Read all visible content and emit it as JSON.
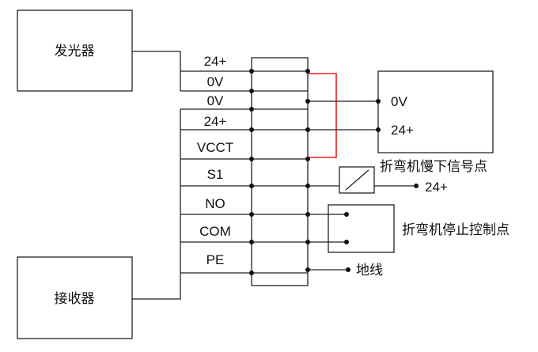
{
  "devices": {
    "emitter": "发光器",
    "receiver": "接收器"
  },
  "terminals": {
    "t1": "24+",
    "t2": "0V",
    "t3": "0V",
    "t4": "24+",
    "t5": "VCCT",
    "t6": "S1",
    "t7": "NO",
    "t8": "COM",
    "t9": "PE"
  },
  "power_supply": {
    "zero_v": "0V",
    "plus_24": "24+"
  },
  "slow_signal": {
    "title": "折弯机慢下信号点",
    "supply": "24+"
  },
  "stop_control": {
    "title": "折弯机停止控制点"
  },
  "ground": {
    "label": "地线"
  },
  "colors": {
    "line": "#222222",
    "bridge": "#e8201c"
  }
}
